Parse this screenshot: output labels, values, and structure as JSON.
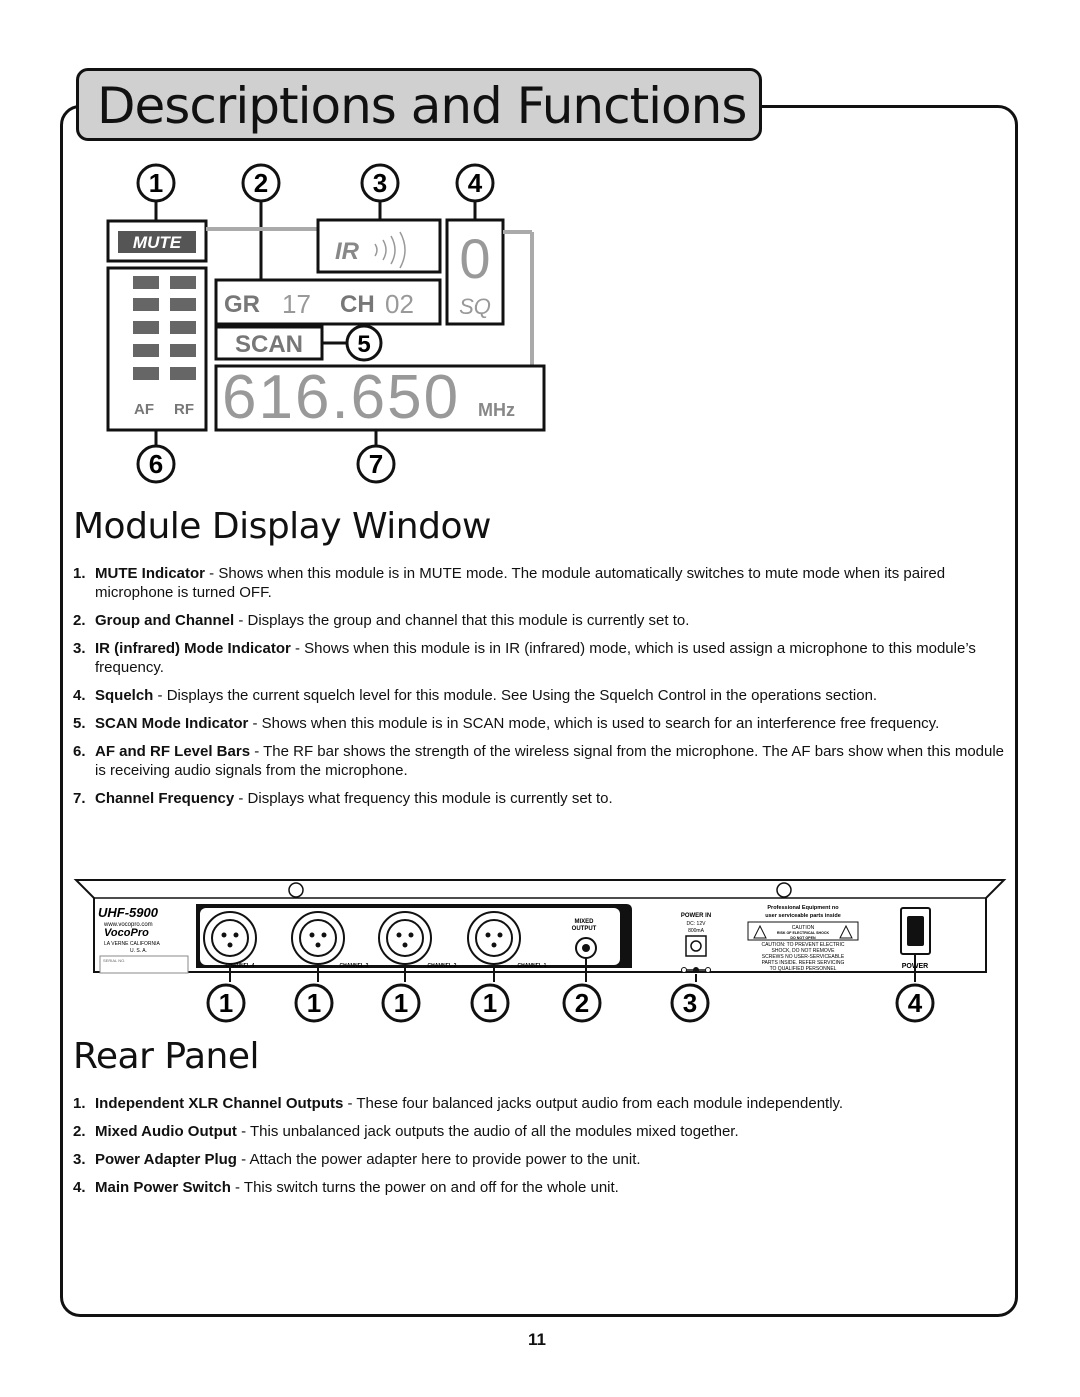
{
  "page_title": "Descriptions and Functions",
  "display_diagram": {
    "callouts": [
      "1",
      "2",
      "3",
      "4",
      "5",
      "6",
      "7"
    ],
    "mute_label": "MUTE",
    "ir_label": "IR",
    "squelch_digit": "0",
    "sq_label": "SQ",
    "group_label": "GR",
    "group_value": "17",
    "channel_label": "CH",
    "channel_value": "02",
    "scan_label": "SCAN",
    "af_label": "AF",
    "rf_label": "RF",
    "frequency": "616.650",
    "freq_unit": "MHz"
  },
  "module_section": {
    "heading": "Module Display Window",
    "items": [
      {
        "num": "1.",
        "term": "MUTE Indicator",
        "desc": " - Shows when this module is in MUTE mode. The module automatically switches to mute mode when its paired microphone is turned OFF."
      },
      {
        "num": "2.",
        "term": "Group and Channel",
        "desc": " - Displays the group and channel that this module is currently set to."
      },
      {
        "num": "3.",
        "term": "IR (infrared) Mode Indicator",
        "desc": " - Shows when this module is in IR (infrared) mode, which is used assign a microphone to this module’s frequency."
      },
      {
        "num": "4.",
        "term": "Squelch",
        "desc": " - Displays the current squelch level for this module. See Using the Squelch Control in the operations section."
      },
      {
        "num": "5.",
        "term": "SCAN Mode Indicator",
        "desc": " - Shows when this module is in SCAN mode, which is used to search for an interference free frequency."
      },
      {
        "num": "6.",
        "term": "AF and RF Level Bars",
        "desc": " - The RF bar shows the strength of the wireless signal from the microphone. The AF bars show when this module is receiving audio signals from the microphone."
      },
      {
        "num": "7.",
        "term": "Channel Frequency",
        "desc": " - Displays what frequency this module is currently set to."
      }
    ]
  },
  "rear_diagram": {
    "callouts": [
      "1",
      "1",
      "1",
      "1",
      "2",
      "3",
      "4"
    ],
    "model": "UHF-5900",
    "website": "www.vocopro.com",
    "brand": "VocoPro",
    "location": "LA VERNE CALIFORNIA",
    "country": "U. S. A.",
    "serial_label": "SERIAL NO.",
    "channels": [
      "CHANNEL-4",
      "CHANNEL-3",
      "CHANNEL-2",
      "CHANNEL-1"
    ],
    "mixed_output": [
      "MIXED",
      "OUTPUT"
    ],
    "power_in": [
      "POWER IN",
      "DC: 12V",
      "800mA"
    ],
    "warning_title": [
      "Professional Equipment no",
      "user serviceable parts inside"
    ],
    "caution": [
      "CAUTION",
      "RISK OF ELECTRICAL SHOCK",
      "DO NOT OPEN",
      "CAUTION: TO PREVENT ELECTRIC",
      "SHOCK, DO NOT REMOVE",
      "SCREWS NO USER-SERVICEABLE",
      "PARTS INSIDE. REFER SERVICING",
      "TO QUALIFIED PERSONNEL"
    ],
    "power_label": "POWER"
  },
  "rear_section": {
    "heading": "Rear Panel",
    "items": [
      {
        "num": "1.",
        "term": "Independent XLR Channel Outputs",
        "desc": " - These four balanced jacks output audio from each module independently."
      },
      {
        "num": "2.",
        "term": "Mixed Audio Output",
        "desc": " - This unbalanced jack outputs the audio of all the modules mixed together."
      },
      {
        "num": "3.",
        "term": "Power Adapter Plug",
        "desc": " - Attach the power adapter here to provide power to the unit."
      },
      {
        "num": "4.",
        "term": "Main Power Switch",
        "desc": " - This switch turns the power on and off for the whole unit."
      }
    ]
  },
  "page_number": "11"
}
